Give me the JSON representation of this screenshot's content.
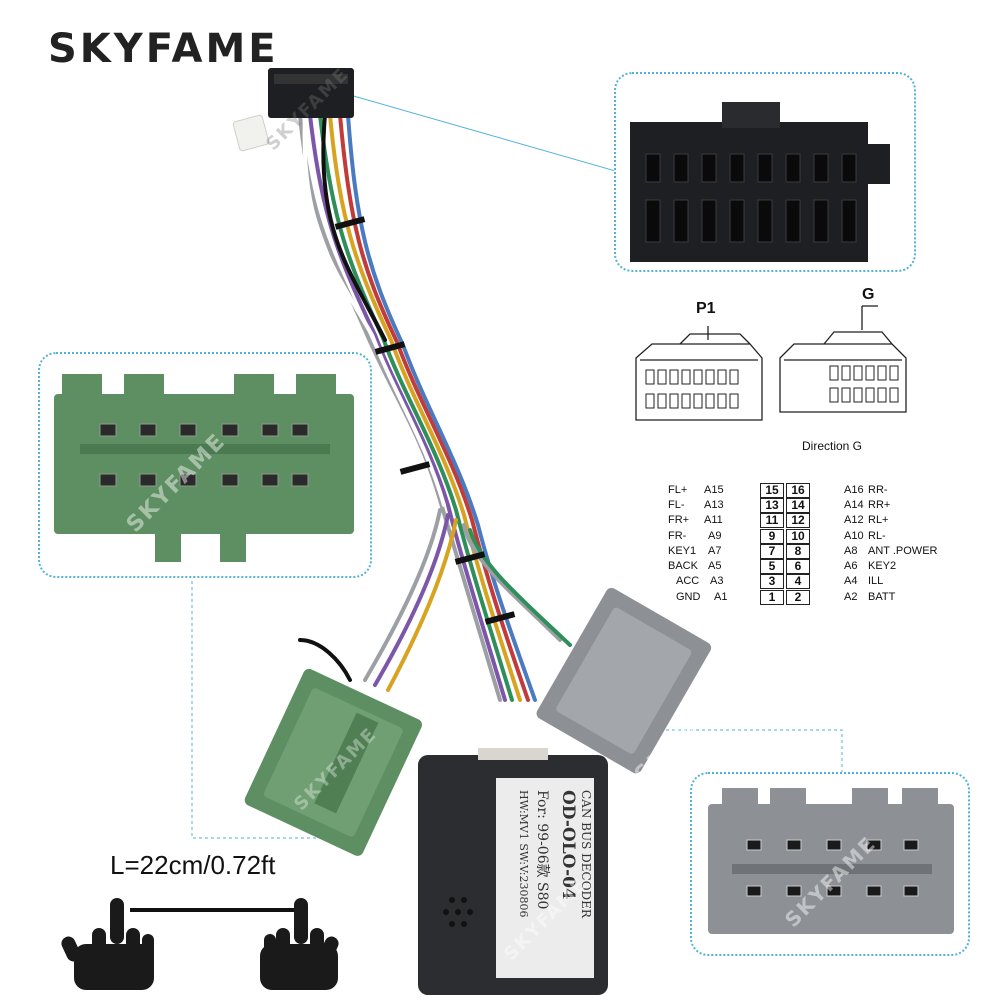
{
  "brand": {
    "name": "SKYFAME",
    "watermark": "SKYFAME"
  },
  "length_label": "L=22cm/0.72ft",
  "diagram": {
    "p1_label": "P1",
    "g_label": "G",
    "direction": "Direction G"
  },
  "pinout": {
    "rows": [
      {
        "left_name": "FL+",
        "left_pin": "A15",
        "left_num": "15",
        "right_num": "16",
        "right_pin": "A16",
        "right_name": "RR-"
      },
      {
        "left_name": "FL-",
        "left_pin": "A13",
        "left_num": "13",
        "right_num": "14",
        "right_pin": "A14",
        "right_name": "RR+"
      },
      {
        "left_name": "FR+",
        "left_pin": "A11",
        "left_num": "11",
        "right_num": "12",
        "right_pin": "A12",
        "right_name": "RL+"
      },
      {
        "left_name": "FR-",
        "left_pin": "A9",
        "left_num": "9",
        "right_num": "10",
        "right_pin": "A10",
        "right_name": "RL-"
      },
      {
        "left_name": "KEY1",
        "left_pin": "A7",
        "left_num": "7",
        "right_num": "8",
        "right_pin": "A8",
        "right_name": "ANT .POWER"
      },
      {
        "left_name": "BACK",
        "left_pin": "A5",
        "left_num": "5",
        "right_num": "6",
        "right_pin": "A6",
        "right_name": "KEY2"
      },
      {
        "left_name": "ACC",
        "left_pin": "A3",
        "left_num": "3",
        "right_num": "4",
        "right_pin": "A4",
        "right_name": "ILL"
      },
      {
        "left_name": "GND",
        "left_pin": "A1",
        "left_num": "1",
        "right_num": "2",
        "right_pin": "A2",
        "right_name": "BATT"
      }
    ]
  },
  "module": {
    "line1": "CAN BUS DECODER",
    "line2": "OD-OLO-04",
    "line3": "For: 99-06款 S80",
    "line4": "HW:MV1  SW:V:230806"
  },
  "colors": {
    "green_connector": "#5e8f62",
    "gray_connector": "#8d9196",
    "black_connector": "#1e1f22",
    "callout_border": "#4fb3d9",
    "module": "#2b2d30"
  }
}
